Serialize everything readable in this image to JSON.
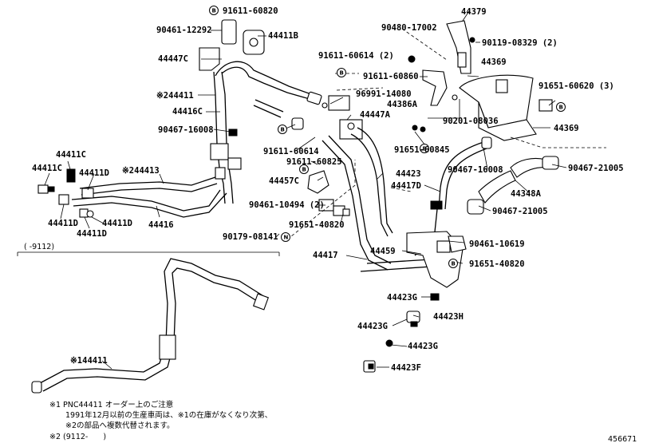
{
  "labels": {
    "p_91611_60820": "91611-60820",
    "p_90461_12292": "90461-12292",
    "p_44411B": "44411B",
    "p_44447C": "44447C",
    "p_x2_44411": "※244411",
    "p_44416C": "44416C",
    "p_90467_16008a": "90467-16008",
    "p_44411C_a": "44411C",
    "p_44411C_b": "44411C",
    "p_44411D_a": "44411D",
    "p_x2_44413": "※244413",
    "p_44416": "44416",
    "p_44411D_b": "44411D",
    "p_44411D_c": "44411D",
    "p_44411D_d": "44411D",
    "p_91611_60614_2": "91611-60614 (2)",
    "p_91611_60860": "91611-60860",
    "p_96991_14080": "96991-14080",
    "p_44447A": "44447A",
    "p_91611_60614": "91611-60614",
    "p_91611_60825": "91611-60825",
    "p_44457C": "44457C",
    "p_90461_10494_2": "90461-10494 (2)",
    "p_91651_40820a": "91651-40820",
    "p_90179_08141": "90179-08141",
    "p_90480_17002": "90480-17002",
    "p_44379": "44379",
    "p_90119_08329_2": "90119-08329 (2)",
    "p_44369a": "44369",
    "p_91651_60620_3": "91651-60620 (3)",
    "p_44386A": "44386A",
    "p_90201_08036": "90201-08036",
    "p_91651_60845": "91651-60845",
    "p_44369b": "44369",
    "p_44423": "44423",
    "p_44417D": "44417D",
    "p_90467_16008b": "90467-16008",
    "p_90467_21005a": "90467-21005",
    "p_44348A": "44348A",
    "p_90467_21005b": "90467-21005",
    "p_44417": "44417",
    "p_44459": "44459",
    "p_90461_10619": "90461-10619",
    "p_91651_40820b": "91651-40820",
    "p_44423G_a": "44423G",
    "p_44423H": "44423H",
    "p_44423G_b": "44423G",
    "p_44423G_c": "44423G",
    "p_44423F": "44423F",
    "p_x1_44411": "※144411"
  },
  "range_label": "( -9112)",
  "symbols": {
    "b": "B",
    "n": "N"
  },
  "notes": {
    "line1": "※1 PNC44411 オーダー上のご注意",
    "line2": "1991年12月以前の生産車両は、※1の在庫がなくなり次第、",
    "line3": "※2の部品へ複数代替されます。",
    "line4": "※2 (9112-　　)"
  },
  "diagram_id": "456671"
}
